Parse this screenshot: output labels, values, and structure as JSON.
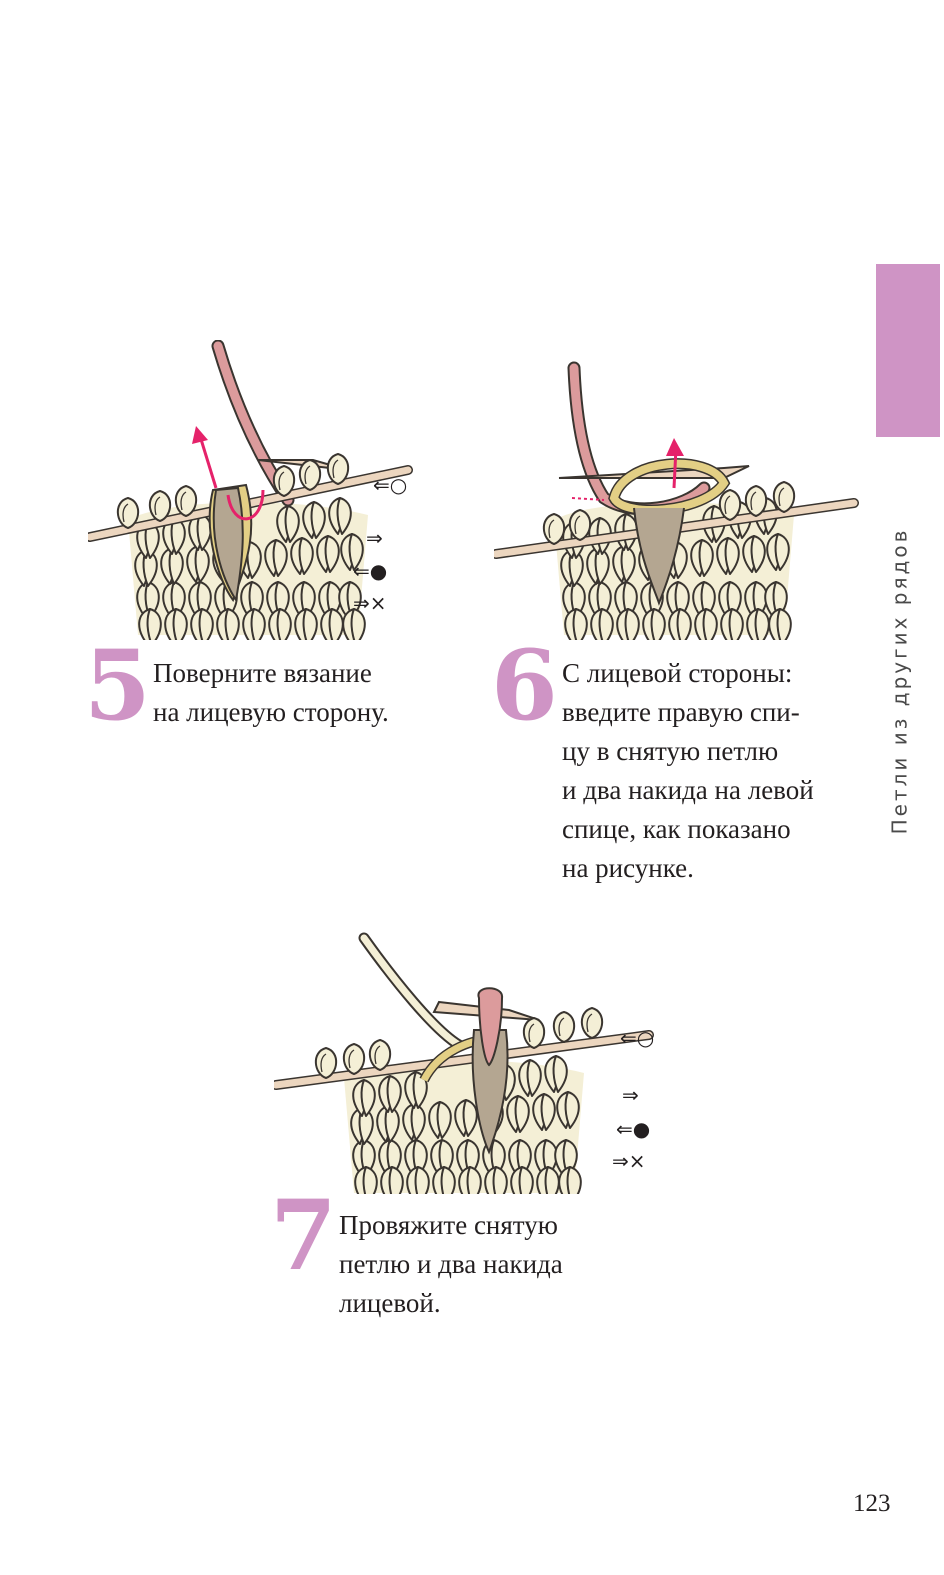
{
  "sidebar": {
    "section_title": "Петли из других рядов",
    "tab_color": "#cf94c5"
  },
  "legend": {
    "row1": "⇐○",
    "row2": "⇒",
    "row3": "⇐●",
    "row4": "⇒×"
  },
  "steps": [
    {
      "number": "5",
      "lines": [
        "Поверните вязание",
        "на лицевую сторону."
      ],
      "illustration": "turn-work-to-right-side"
    },
    {
      "number": "6",
      "lines": [
        "С лицевой стороны:",
        "введите правую спи-",
        "цу в снятую петлю",
        "и два накида на левой",
        "спице, как показано",
        "на рисунке."
      ],
      "illustration": "insert-needle-into-slipped-stitch"
    },
    {
      "number": "7",
      "lines": [
        "Провяжите снятую",
        "петлю и два накида",
        "лицевой."
      ],
      "illustration": "knit-slipped-stitch-and-yarn-overs"
    }
  ],
  "colors": {
    "accent": "#cf94c5",
    "yarn_cream": "#f4efd6",
    "yarn_yellow": "#e3cf85",
    "yarn_taupe": "#b4a691",
    "yarn_pink": "#dc9b9c",
    "needle": "#ecd6bf",
    "arrow": "#e5226a"
  },
  "page_number": "123"
}
